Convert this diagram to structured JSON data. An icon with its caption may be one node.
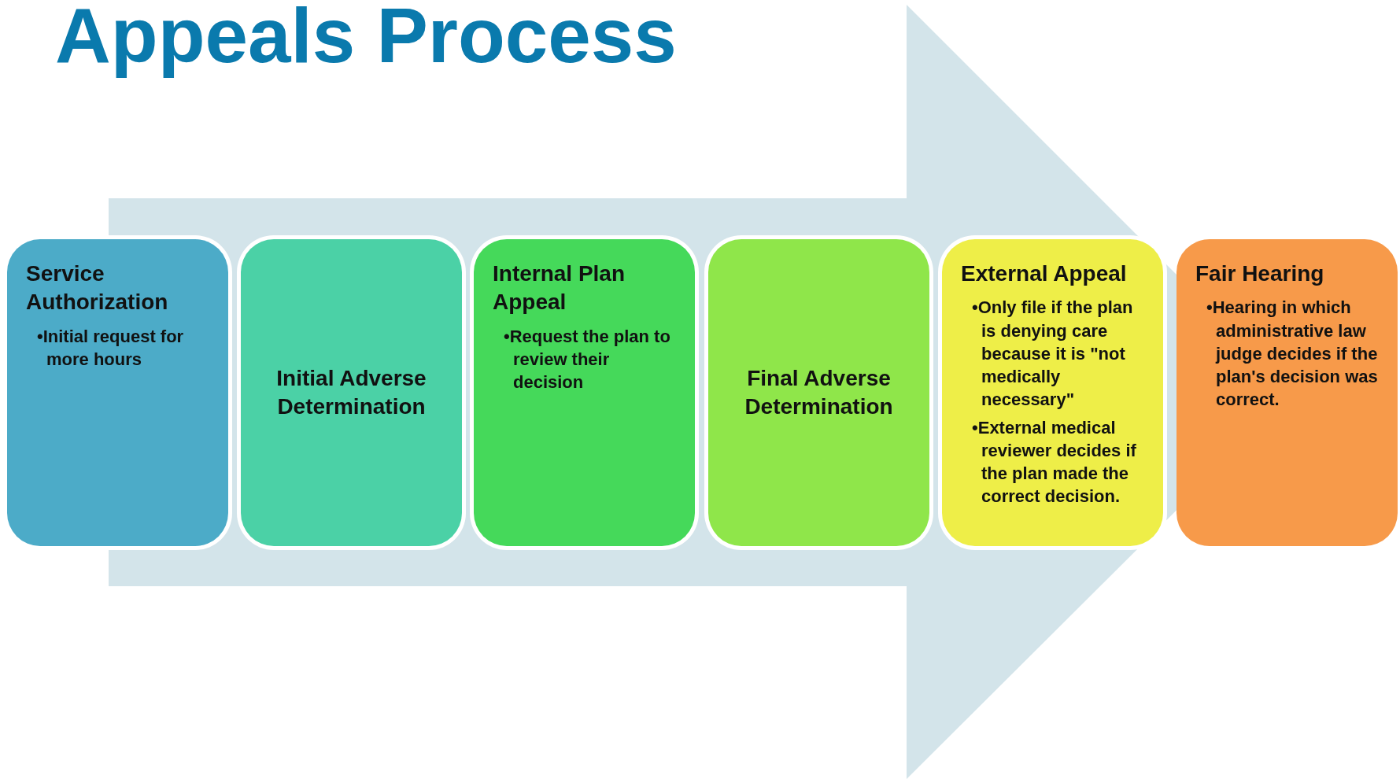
{
  "diagram": {
    "title": "Appeals Process",
    "nodes": [
      {
        "text": [
          "Service Authorization",
          "•Initial request for more hours"
        ]
      },
      {
        "text": [
          "Initial Adverse Determination"
        ]
      },
      {
        "text": [
          "Internal Plan Appeal",
          "•Request the plan to review their decision"
        ]
      },
      {
        "text": [
          "Final Adverse Determination"
        ]
      },
      {
        "text": [
          "External Appeal",
          "•Only file if the plan is denying care because it is \"not medically necessary\"",
          "•External medical reviewer  decides if the plan made the correct decision."
        ]
      },
      {
        "text": [
          "Fair Hearing",
          "•Hearing in which administrative law judge decides if the plan's decision was correct."
        ]
      }
    ],
    "edges": [
      {
        "from": 0,
        "to": 5,
        "arrow": "to"
      }
    ]
  }
}
